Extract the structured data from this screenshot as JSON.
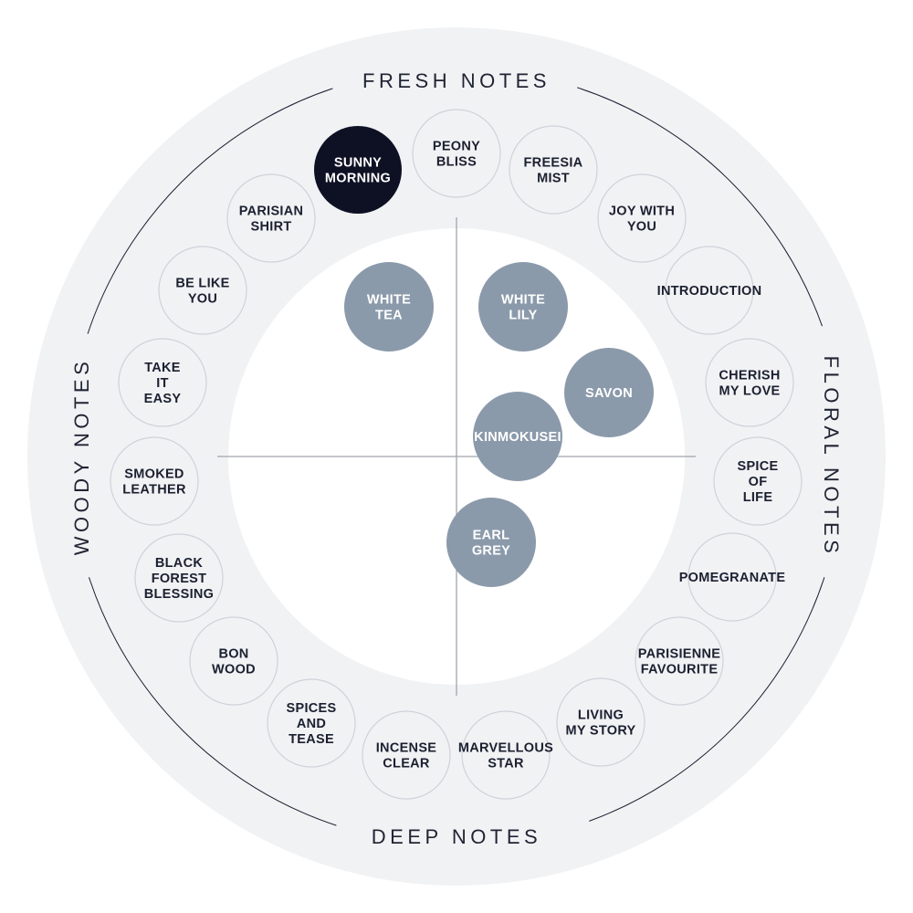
{
  "colors": {
    "ring": "#f1f2f4",
    "center": "#ffffff",
    "outer_circle_fill": "#f1f2f4",
    "outer_circle_stroke": "#cfd2d8",
    "selected_fill": "#0e1124",
    "inner_circle_fill": "#8b9aab",
    "line": "#1b2030",
    "axis": "#a0a4ac"
  },
  "ring_labels": {
    "top": "FRESH NOTES",
    "right": "FLORAL NOTES",
    "bottom": "DEEP NOTES",
    "left": "WOODY NOTES"
  },
  "outer_items": [
    {
      "lines": [
        "SUNNY",
        "MORNING"
      ],
      "selected": true
    },
    {
      "lines": [
        "PEONY",
        "BLISS"
      ]
    },
    {
      "lines": [
        "FREESIA",
        "MIST"
      ]
    },
    {
      "lines": [
        "JOY WITH",
        "YOU"
      ]
    },
    {
      "lines": [
        "INTRODUCTION"
      ]
    },
    {
      "lines": [
        "CHERISH",
        "MY LOVE"
      ]
    },
    {
      "lines": [
        "SPICE",
        "OF",
        "LIFE"
      ]
    },
    {
      "lines": [
        "POMEGRANATE"
      ]
    },
    {
      "lines": [
        "PARISIENNE",
        "FAVOURITE"
      ]
    },
    {
      "lines": [
        "LIVING",
        "MY STORY"
      ]
    },
    {
      "lines": [
        "MARVELLOUS",
        "STAR"
      ]
    },
    {
      "lines": [
        "INCENSE",
        "CLEAR"
      ]
    },
    {
      "lines": [
        "SPICES",
        "AND",
        "TEASE"
      ]
    },
    {
      "lines": [
        "BON",
        "WOOD"
      ]
    },
    {
      "lines": [
        "BLACK",
        "FOREST",
        "BLESSING"
      ]
    },
    {
      "lines": [
        "SMOKED",
        "LEATHER"
      ]
    },
    {
      "lines": [
        "TAKE",
        "IT",
        "EASY"
      ]
    },
    {
      "lines": [
        "BE LIKE",
        "YOU"
      ]
    },
    {
      "lines": [
        "PARISIAN",
        "SHIRT"
      ]
    }
  ],
  "inner_items": [
    {
      "lines": [
        "WHITE",
        "TEA"
      ]
    },
    {
      "lines": [
        "WHITE",
        "LILY"
      ]
    },
    {
      "lines": [
        "SAVON"
      ]
    },
    {
      "lines": [
        "KINMOKUSEI"
      ]
    },
    {
      "lines": [
        "EARL",
        "GREY"
      ]
    }
  ]
}
